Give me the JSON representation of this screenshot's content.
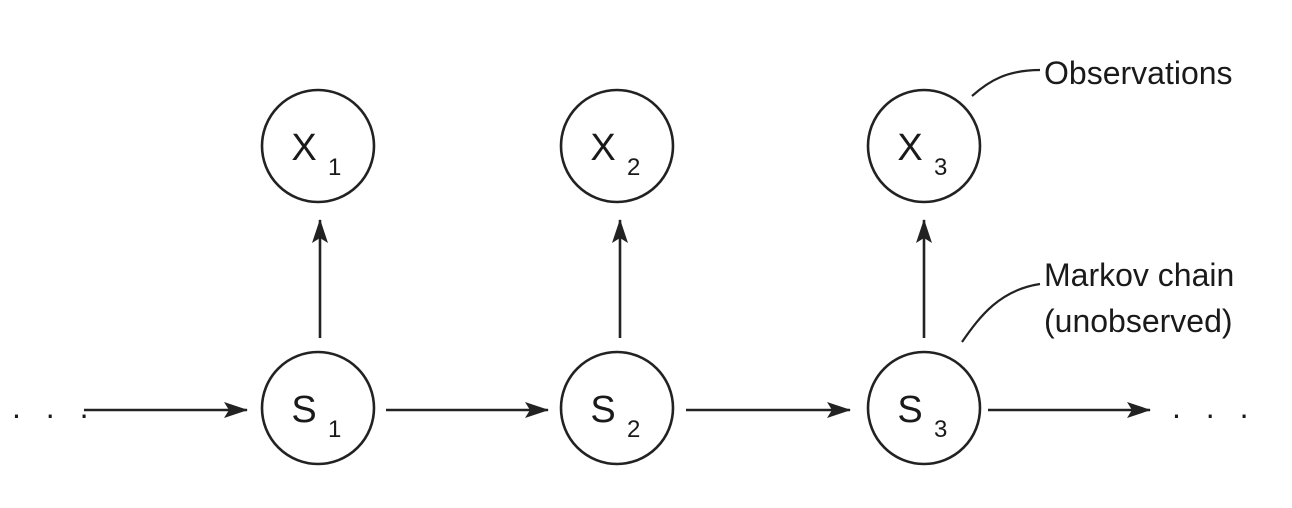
{
  "diagram": {
    "ellipsis_left": ". . .",
    "ellipsis_right": ". . .",
    "observations": [
      {
        "letter": "X",
        "index": "1"
      },
      {
        "letter": "X",
        "index": "2"
      },
      {
        "letter": "X",
        "index": "3"
      }
    ],
    "states": [
      {
        "letter": "S",
        "index": "1"
      },
      {
        "letter": "S",
        "index": "2"
      },
      {
        "letter": "S",
        "index": "3"
      }
    ],
    "annotations": {
      "observations_label": "Observations",
      "markov_label_line1": "Markov chain",
      "markov_label_line2": "(unobserved)"
    }
  }
}
